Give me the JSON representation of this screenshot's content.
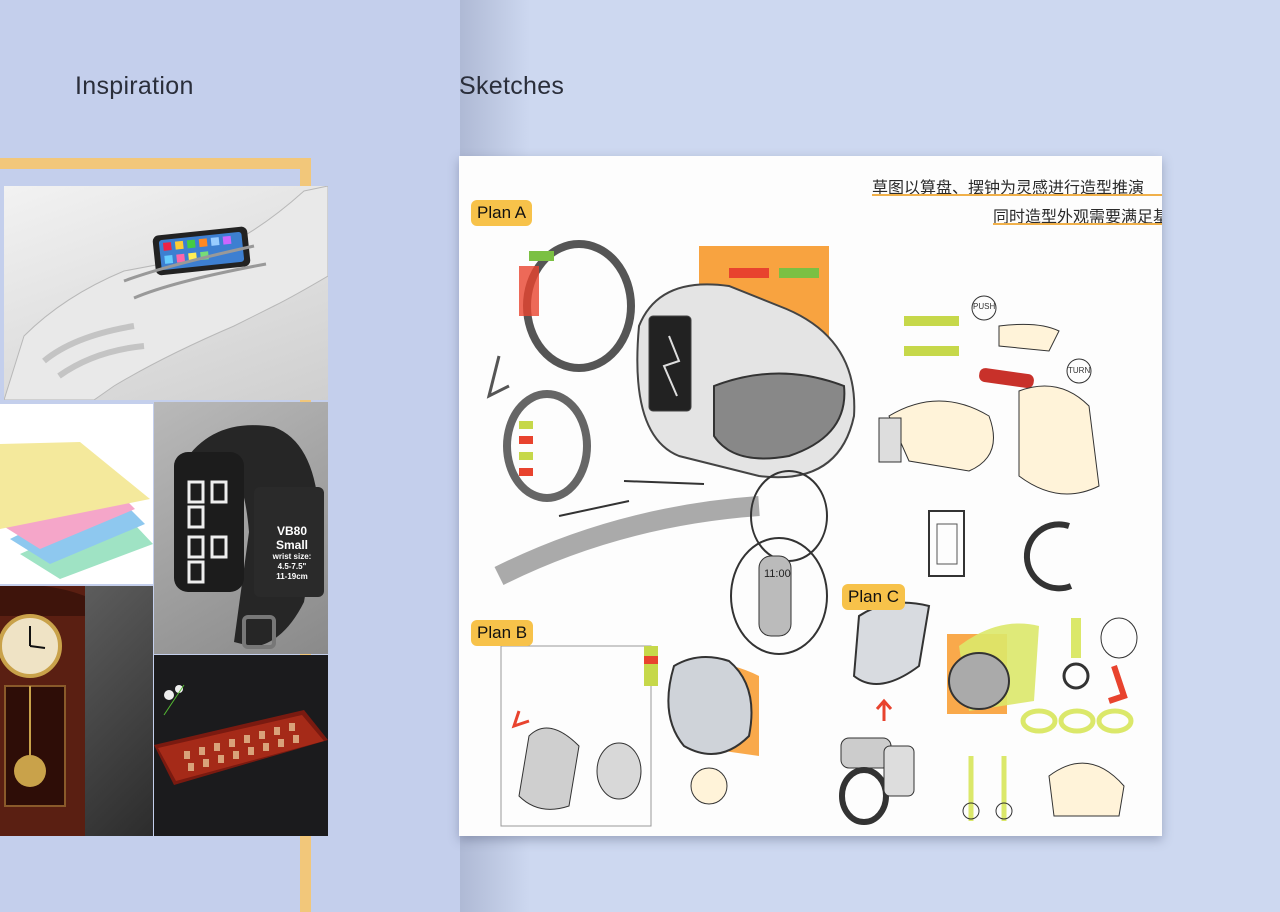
{
  "headings": {
    "inspiration": "Inspiration",
    "sketches": "Sketches"
  },
  "inspiration": {
    "band_label_1": "VB80",
    "band_label_2": "Small",
    "band_label_3": "wrist size:",
    "band_label_4": "4.5-7.5\"",
    "band_label_5": "11-19cm"
  },
  "sketch_sheet": {
    "note_line_1": "草图以算盘、摆钟为灵感进行造型推演",
    "note_line_2": "同时造型外观需要满足基本功能",
    "plan_a": "Plan A",
    "plan_b": "Plan B",
    "plan_c": "Plan C",
    "sketch_labels": {
      "push": "PUSH",
      "turn": "TURN",
      "time": "11:00"
    }
  },
  "colors": {
    "accent_orange": "#f7931e",
    "tag_yellow": "#f7c24a",
    "frame_yellow": "#f2c77a"
  }
}
